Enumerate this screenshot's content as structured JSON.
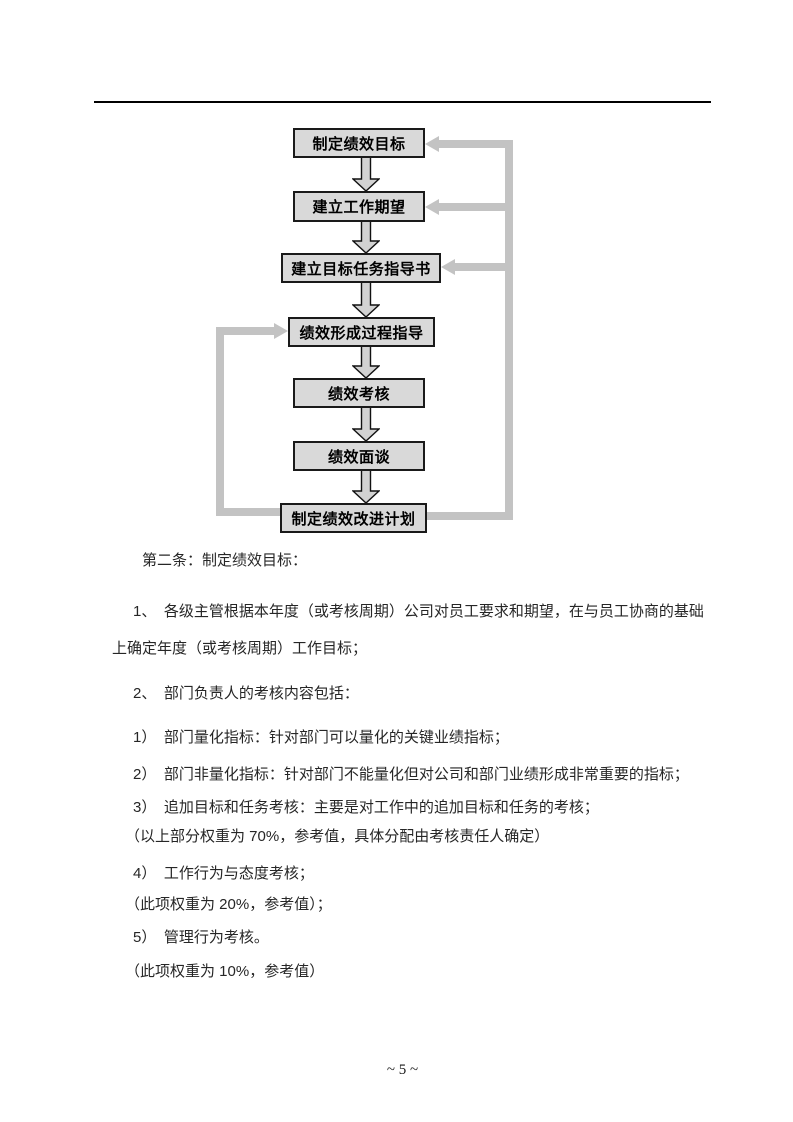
{
  "document": {
    "type": "performance-management-process-page",
    "colors": {
      "box_fill": "#d9d9d9",
      "box_border": "#1a1a1a",
      "connector_gray": "#c3c3c3",
      "block_arrow_fill": "#d2d2d2",
      "text": "#262626"
    }
  },
  "flowchart": {
    "boxes": [
      {
        "label": "制定绩效目标"
      },
      {
        "label": "建立工作期望"
      },
      {
        "label": "建立目标任务指导书"
      },
      {
        "label": "绩效形成过程指导"
      },
      {
        "label": "绩效考核"
      },
      {
        "label": "绩效面谈"
      },
      {
        "label": "制定绩效改进计划"
      }
    ]
  },
  "body": {
    "lines": [
      "第二条：制定绩效目标：",
      "1、　各级主管根据本年度（或考核周期）公司对员工要求和期望，在与员工协商的基础",
      "上确定年度（或考核周期）工作目标；",
      "2、　部门负责人的考核内容包括：",
      "1）　部门量化指标：针对部门可以量化的关键业绩指标；",
      "2）　部门非量化指标：针对部门不能量化但对公司和部门业绩形成非常重要的指标；",
      "3）　追加目标和任务考核：主要是对工作中的追加目标和任务的考核；",
      "（以上部分权重为 70%，参考值，具体分配由考核责任人确定）",
      "4）　工作行为与态度考核；",
      "（此项权重为 20%，参考值）；",
      "5）　管理行为考核。",
      "（此项权重为 10%，参考值）"
    ]
  },
  "page": {
    "number_label": "~ 5 ~"
  }
}
